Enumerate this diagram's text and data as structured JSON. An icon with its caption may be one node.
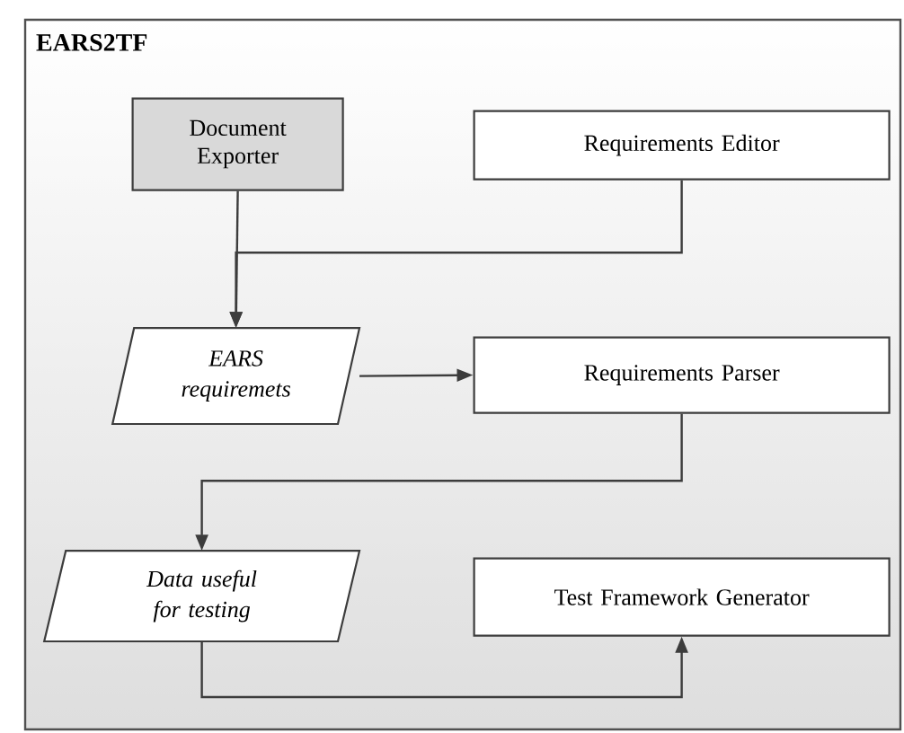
{
  "diagram": {
    "nodes": [
      {
        "text": [
          "EARS2TF"
        ]
      },
      {
        "text": [
          "Document Exporter"
        ],
        "in": 0
      },
      {
        "text": [
          "Requirements Editor"
        ],
        "in": 0
      },
      {
        "text": [
          "EARS requiremets"
        ],
        "in": 0
      },
      {
        "text": [
          "Requirements Parser"
        ],
        "in": 0
      },
      {
        "text": [
          "Data useful for testing"
        ],
        "in": 0
      },
      {
        "text": [
          "Test Framework Generator"
        ],
        "in": 0
      }
    ],
    "edges": [
      {
        "from": 1,
        "to": 3,
        "arrow": "to"
      },
      {
        "from": 2,
        "to": 3,
        "arrow": "to"
      },
      {
        "from": 3,
        "to": 4,
        "arrow": "to"
      },
      {
        "from": 4,
        "to": 5,
        "arrow": "to"
      },
      {
        "from": 5,
        "to": 6,
        "arrow": "to"
      }
    ]
  }
}
